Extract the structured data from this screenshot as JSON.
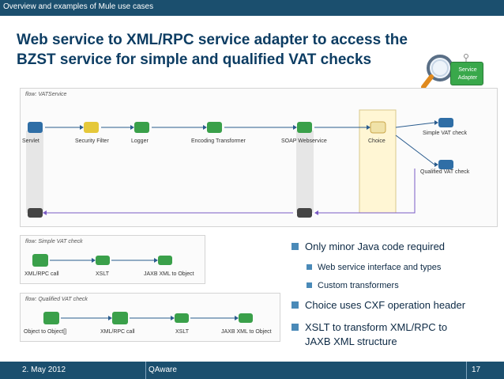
{
  "header": {
    "section": "Overview and examples of Mule use cases"
  },
  "title": {
    "line1": "Web service to XML/RPC service adapter to access the",
    "line2": "BZST service for simple and qualified VAT checks"
  },
  "badge": {
    "line1": "Service",
    "line2": "Adapter",
    "icon": "magnifier-icon"
  },
  "flows": {
    "main": {
      "title": "flow: VATService",
      "nodes": [
        "Servlet",
        "Security Filter",
        "Logger",
        "Encoding Transformer",
        "SOAP Webservice",
        "Choice",
        "Simple VAT check",
        "Qualified VAT check"
      ],
      "icons": {
        "servlet": "Servlet",
        "logger": "Logger",
        "java": "Java",
        "soap": "SOAP"
      }
    },
    "simple": {
      "title": "flow: Simple VAT check",
      "nodes": [
        "XML/RPC call",
        "XSLT",
        "JAXB XML to Object"
      ],
      "icons": {
        "bzst": "BZST"
      }
    },
    "qualified": {
      "title": "flow: Qualified VAT check",
      "nodes": [
        "Object to Object[]",
        "XML/RPC call",
        "XSLT",
        "JAXB XML to Object"
      ],
      "icons": {
        "java": "Java",
        "bzst": "BZST"
      }
    }
  },
  "bullets": [
    {
      "text": "Only minor Java code required",
      "level": 1
    },
    {
      "text": "Web service interface and types",
      "level": 2
    },
    {
      "text": "Custom transformers",
      "level": 2
    },
    {
      "text": "Choice uses CXF operation header",
      "level": 1
    },
    {
      "text": "XSLT to transform XML/RPC to",
      "level": 1
    },
    {
      "text": "JAXB XML structure",
      "level": 1
    }
  ],
  "footer": {
    "date": "2. May 2012",
    "company": "QAware",
    "page": "17"
  },
  "colors": {
    "bar": "#1b4f6e",
    "title": "#0d3d63",
    "bullet": "#4a8ab8",
    "node_green": "#3aa04a",
    "node_blue": "#2f6ea6",
    "choice_fill": "#fff6d4",
    "arrow": "#2a5c8e"
  }
}
